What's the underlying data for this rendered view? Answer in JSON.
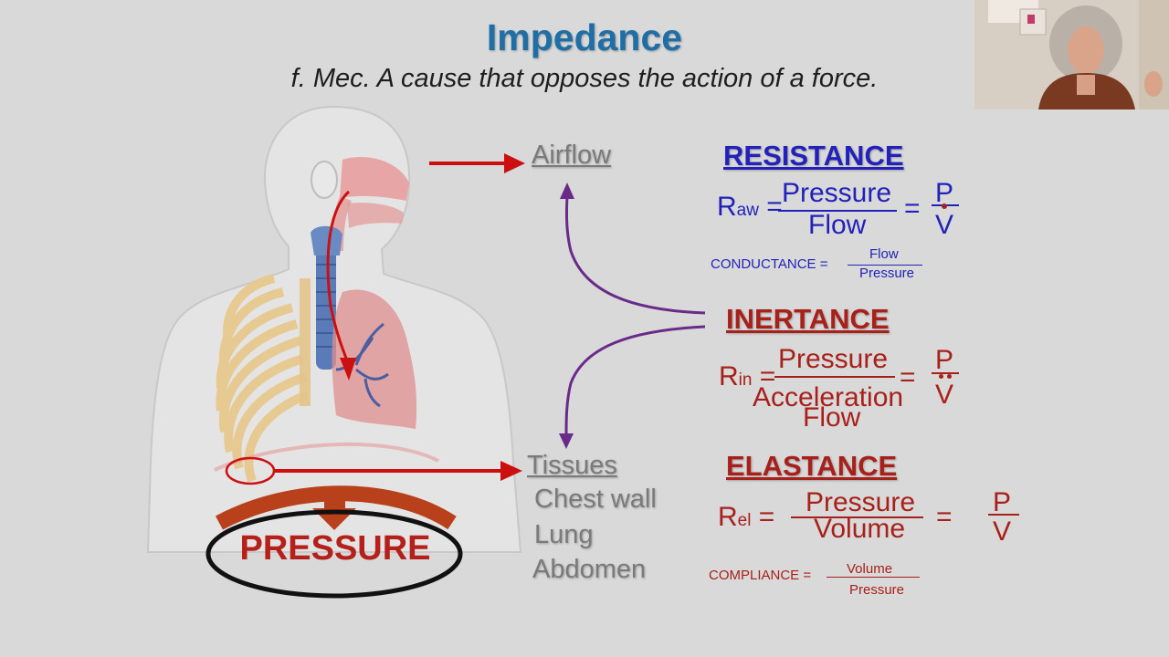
{
  "title": "Impedance",
  "subtitle": "f. Mec. A cause that opposes the action of a force.",
  "labels": {
    "airflow": "Airflow",
    "tissues": "Tissues",
    "tissue_items": [
      "Chest wall",
      "Lung",
      "Abdomen"
    ],
    "pressure": "PRESSURE"
  },
  "resistance": {
    "header": "RESISTANCE",
    "symbol": "R",
    "subscript": "aw",
    "numerator": "Pressure",
    "denominator": "Flow",
    "ratio_top": "P",
    "ratio_bottom": "V",
    "conductance_label": "CONDUCTANCE =",
    "conductance_num": "Flow",
    "conductance_den": "Pressure"
  },
  "inertance": {
    "header": "INERTANCE",
    "symbol": "R",
    "subscript": "in",
    "numerator": "Pressure",
    "denominator_line1": "Acceleration",
    "denominator_line2": "Flow",
    "ratio_top": "P",
    "ratio_bottom": "V"
  },
  "elastance": {
    "header": "ELASTANCE",
    "symbol": "R",
    "subscript": "el",
    "numerator": "Pressure",
    "denominator": "Volume",
    "ratio_top": "P",
    "ratio_bottom": "V",
    "compliance_label": "COMPLIANCE =",
    "compliance_num": "Volume",
    "compliance_den": "Pressure"
  },
  "colors": {
    "title_blue": "#1f6fa6",
    "resistance_blue": "#2222bb",
    "dark_red": "#a8201a",
    "arrow_red": "#cc1010",
    "purple": "#6a2a8a",
    "diaphragm": "#b8401a"
  }
}
